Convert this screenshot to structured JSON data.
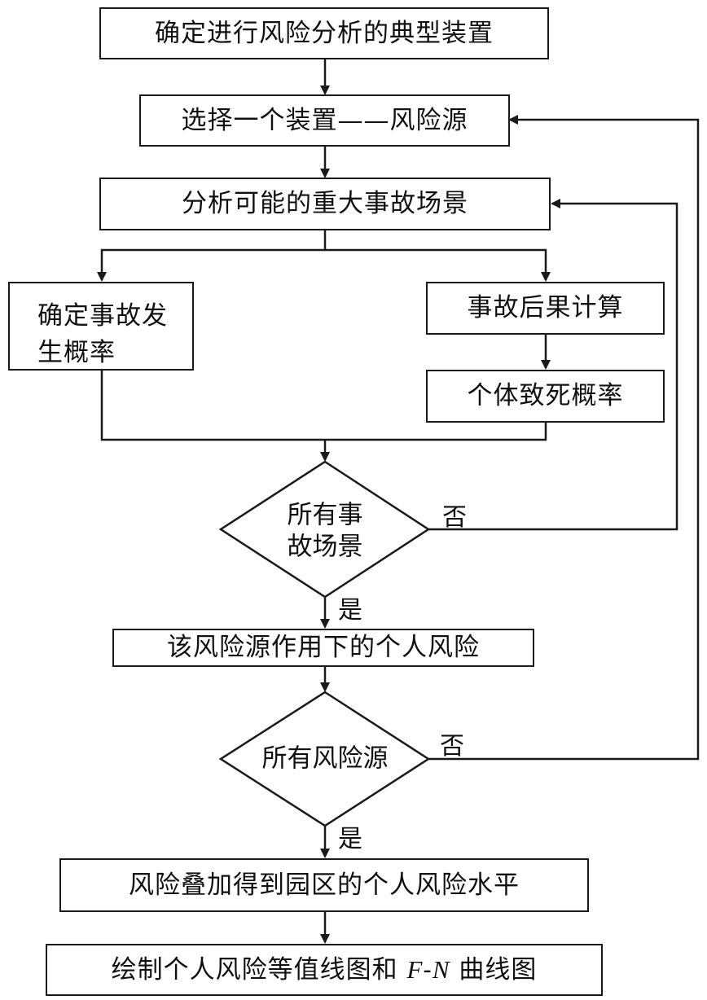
{
  "nodes": {
    "select_typical_units": "确定进行风险分析的典型装置",
    "choose_unit": "选择一个装置——风险源",
    "analyze_scenarios": "分析可能的重大事故场景",
    "accident_probability": "确定事故发\n生概率",
    "consequence_calc": "事故后果计算",
    "fatality_probability": "个体致死概率",
    "decision_all_scenarios": "所有事\n故场景",
    "individual_risk_source": "该风险源作用下的个人风险",
    "decision_all_sources": "所有风险源",
    "park_individual_risk": "风险叠加得到园区的个人风险水平",
    "final_prefix": "绘制个人风险等值线图和 ",
    "final_var_f": "F",
    "final_dash": "-",
    "final_var_n": "N",
    "final_suffix": " 曲线图"
  },
  "edge_labels": {
    "scenarios_no": "否",
    "scenarios_yes": "是",
    "sources_no": "否",
    "sources_yes": "是"
  }
}
